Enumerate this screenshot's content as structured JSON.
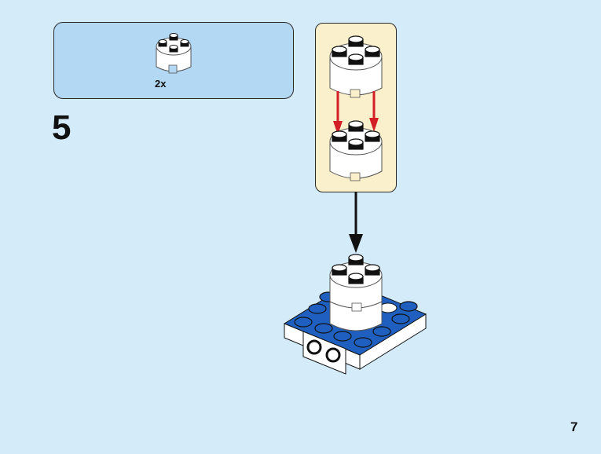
{
  "step": {
    "number": "5",
    "parts_list": [
      {
        "part": "round-brick-2x2-white",
        "quantity": "2x",
        "color": "#ffffff"
      }
    ]
  },
  "callout": {
    "description": "stack two white round 2x2 bricks",
    "arrow_color": "#d32027"
  },
  "model": {
    "base_color": "#1f5fbf",
    "brick_color": "#ffffff"
  },
  "page": {
    "number": "7"
  },
  "colors": {
    "background": "#d4ebfa",
    "parts_box": "#b3d8f3",
    "callout_bg": "#fbf0cc"
  }
}
